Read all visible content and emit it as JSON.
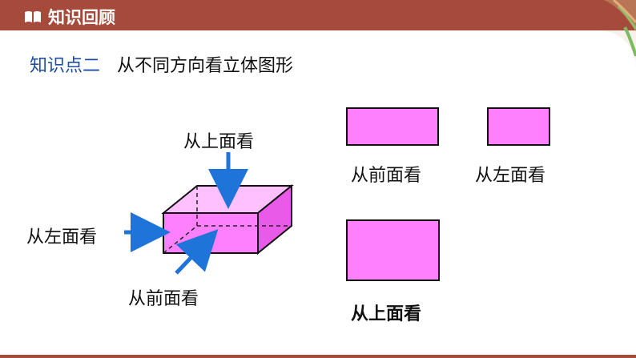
{
  "header": {
    "title": "知识回顾",
    "icon": "book-icon"
  },
  "section": {
    "knowledge_point": "知识点二",
    "title": "从不同方向看立体图形"
  },
  "figure": {
    "labels": {
      "top": "从上面看",
      "left": "从左面看",
      "front": "从前面看"
    }
  },
  "views": {
    "front": {
      "label": "从前面看"
    },
    "left": {
      "label": "从左面看"
    },
    "top": {
      "label": "从上面看"
    }
  },
  "colors": {
    "accent": "#a64a3b",
    "fill": "#ff80ff",
    "arrow": "#1e74d8",
    "knowledge_point": "#1f4ea5"
  }
}
